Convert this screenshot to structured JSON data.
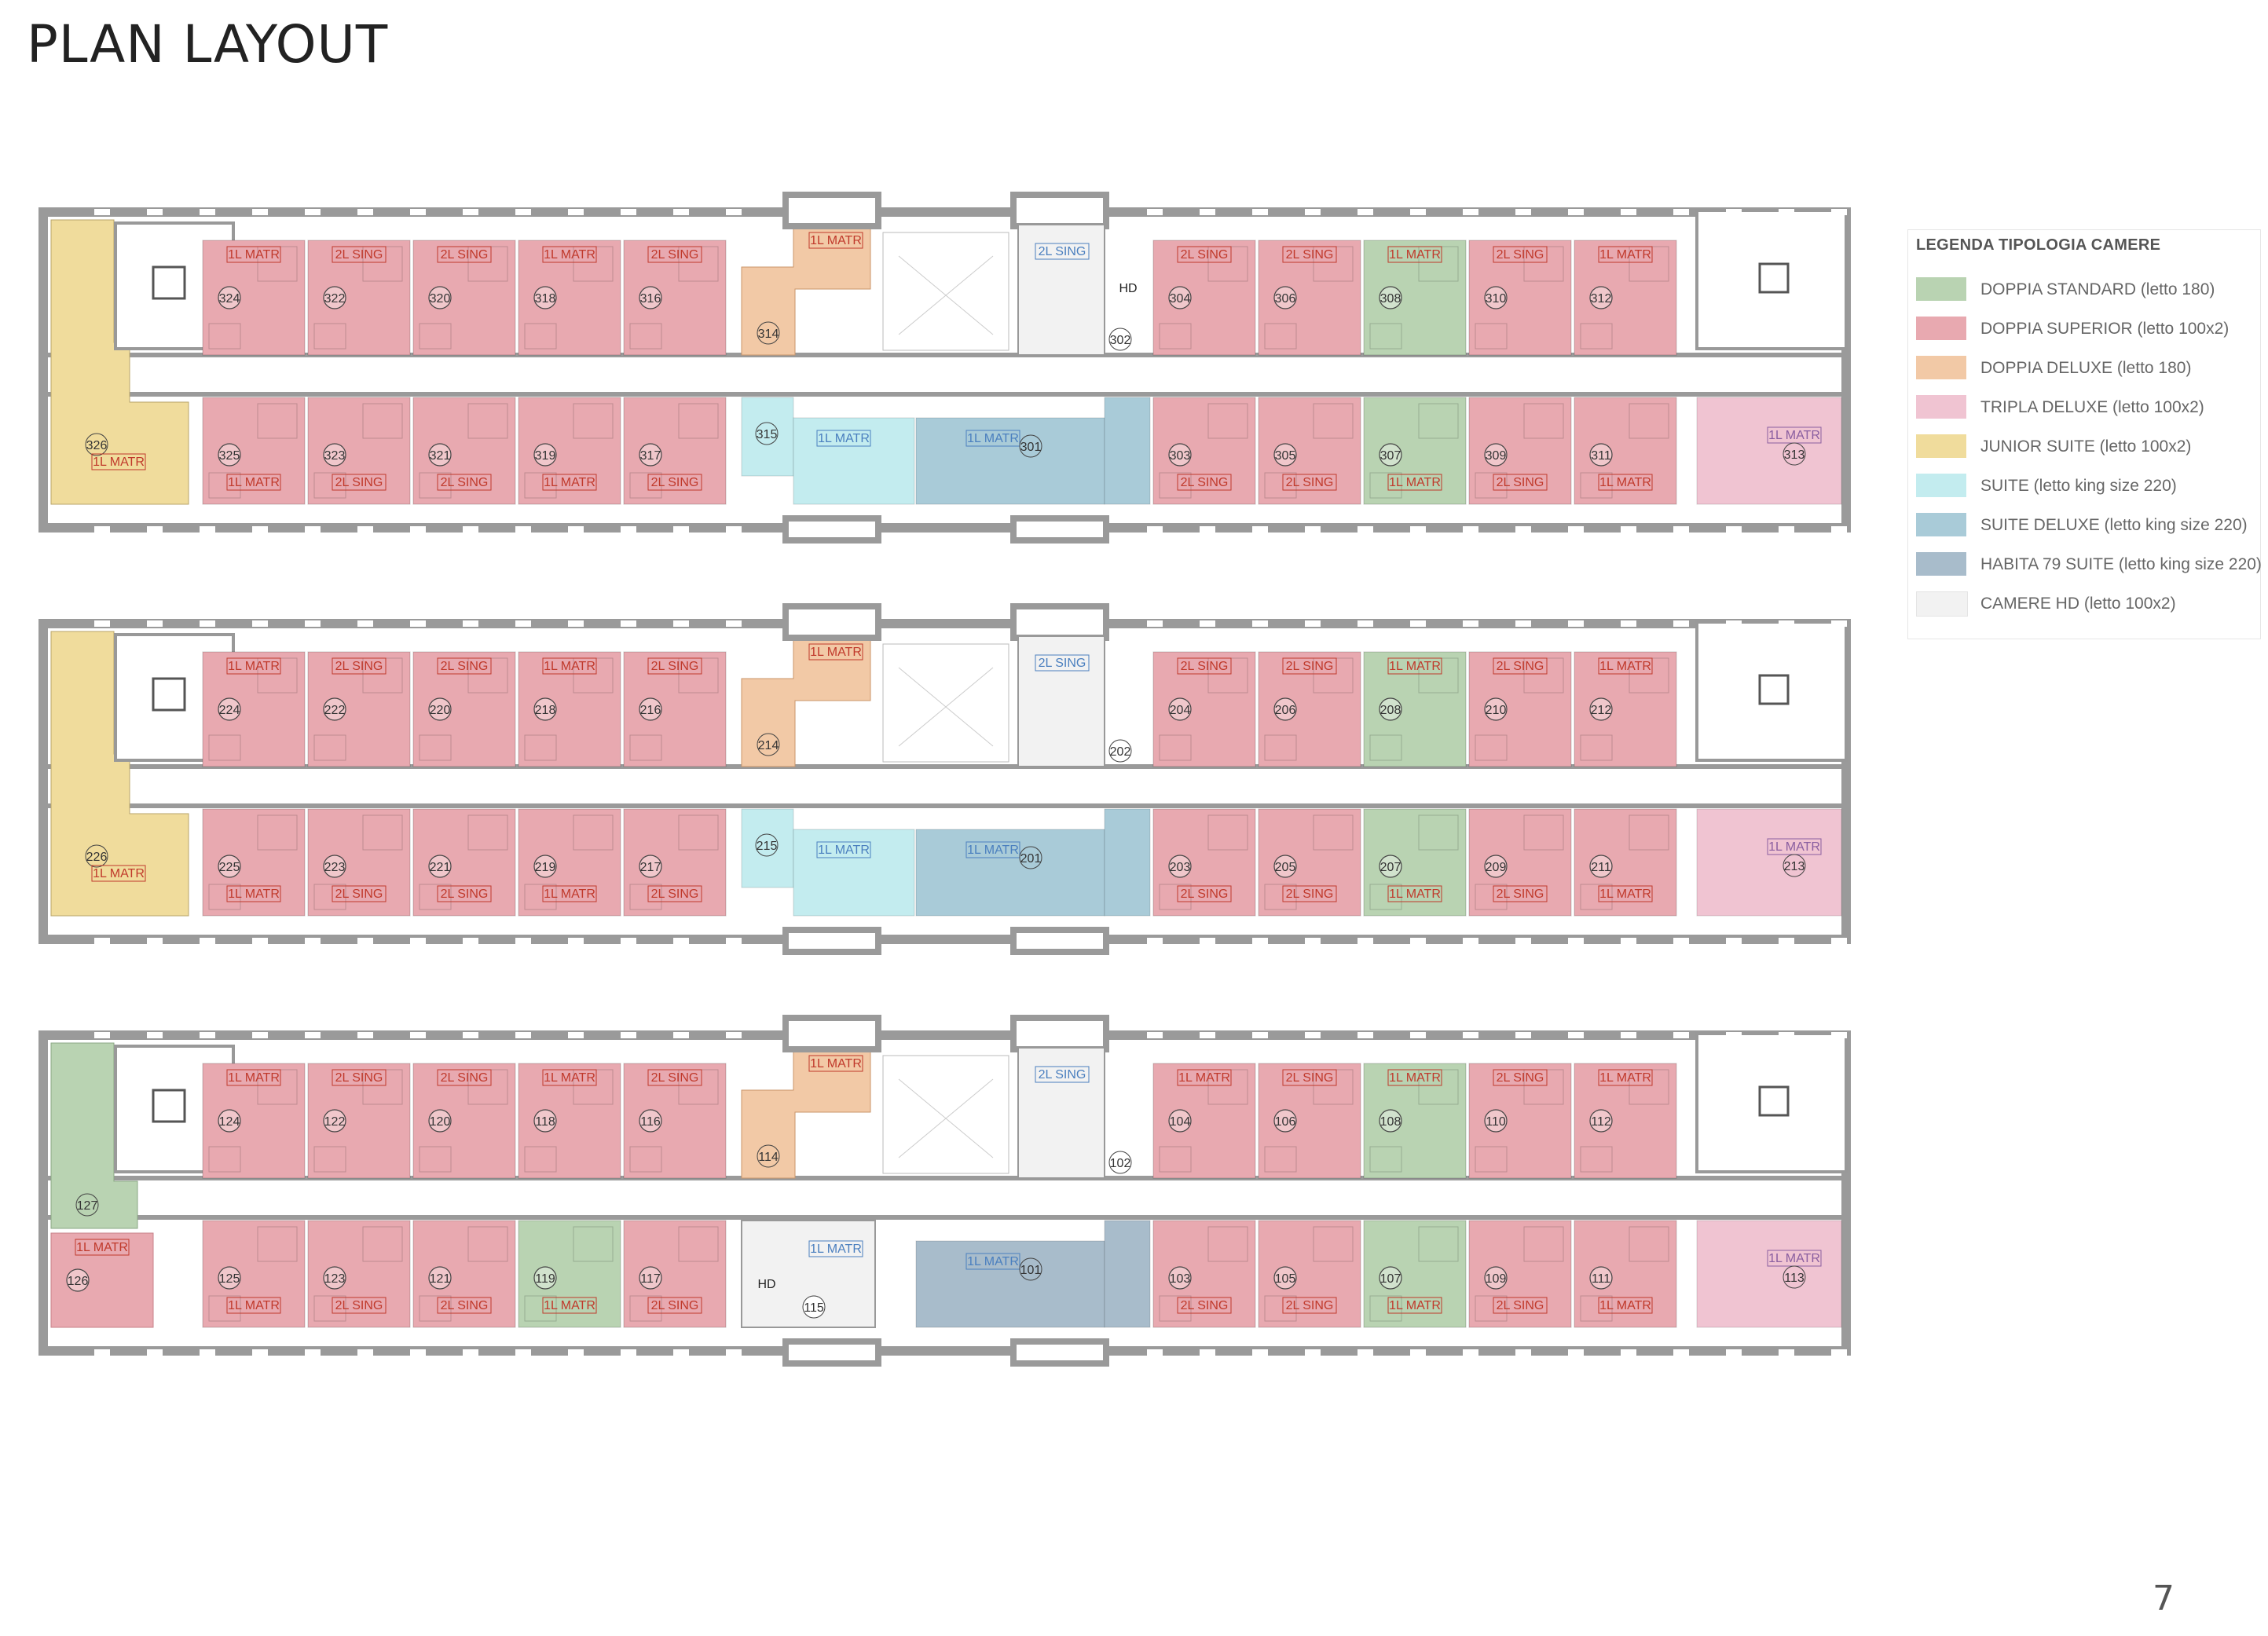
{
  "title": "PLAN LAYOUT",
  "page_number": "7",
  "colors": {
    "wall": "#9a9a9a",
    "doppia_standard": "#b9d3b2",
    "doppia_superior": "#e8a9b0",
    "doppia_deluxe": "#f2c9a6",
    "tripla_deluxe": "#f0c4d2",
    "junior_suite": "#f0dc9c",
    "suite": "#c3ecef",
    "suite_deluxe": "#a9cbd8",
    "habita_suite": "#a8bccb",
    "camere_hd": "#f2f2f2",
    "label_red": "#c0392b"
  },
  "legend": {
    "title": "LEGENDA TIPOLOGIA CAMERE",
    "items": [
      {
        "label": "DOPPIA STANDARD (letto 180)",
        "color": "#b9d3b2"
      },
      {
        "label": "DOPPIA SUPERIOR (letto 100x2)",
        "color": "#e8a9b0"
      },
      {
        "label": "DOPPIA DELUXE (letto 180)",
        "color": "#f2c9a6"
      },
      {
        "label": "TRIPLA DELUXE (letto 100x2)",
        "color": "#f0c4d2"
      },
      {
        "label": "JUNIOR SUITE (letto 100x2)",
        "color": "#f0dc9c"
      },
      {
        "label": "SUITE (letto king size 220)",
        "color": "#c3ecef"
      },
      {
        "label": "SUITE DELUXE (letto king size 220)",
        "color": "#a9cbd8"
      },
      {
        "label": "HABITA 79 SUITE (letto king size 220)",
        "color": "#a8bccb"
      },
      {
        "label": "CAMERE HD (letto 100x2)",
        "color": "#f2f2f2"
      }
    ]
  },
  "floors": [
    {
      "name": "floor-3",
      "left_top": {
        "type": "junior_suite",
        "num": "326",
        "bed": "1L MATR"
      },
      "left_bottom": null,
      "top_left_rooms": [
        {
          "num": "324",
          "bed": "1L MATR",
          "type": "doppia_superior"
        },
        {
          "num": "322",
          "bed": "2L SING",
          "type": "doppia_superior"
        },
        {
          "num": "320",
          "bed": "2L SING",
          "type": "doppia_superior"
        },
        {
          "num": "318",
          "bed": "1L MATR",
          "type": "doppia_superior"
        },
        {
          "num": "316",
          "bed": "2L SING",
          "type": "doppia_superior"
        }
      ],
      "bottom_left_rooms": [
        {
          "num": "325",
          "bed": "1L MATR",
          "type": "doppia_superior"
        },
        {
          "num": "323",
          "bed": "2L SING",
          "type": "doppia_superior"
        },
        {
          "num": "321",
          "bed": "2L SING",
          "type": "doppia_superior"
        },
        {
          "num": "319",
          "bed": "1L MATR",
          "type": "doppia_superior"
        },
        {
          "num": "317",
          "bed": "2L SING",
          "type": "doppia_superior"
        }
      ],
      "deluxe": {
        "num": "314",
        "bed": "1L MATR"
      },
      "hd_top": {
        "num": "302",
        "bed": "2L SING",
        "tag": "HD"
      },
      "center_bottom": [
        {
          "num": "315",
          "bed": "1L MATR",
          "type": "suite"
        },
        {
          "num": "301",
          "bed": "1L MATR",
          "type": "suite_deluxe"
        }
      ],
      "top_right_rooms": [
        {
          "num": "304",
          "bed": "2L SING",
          "type": "doppia_superior"
        },
        {
          "num": "306",
          "bed": "2L SING",
          "type": "doppia_superior"
        },
        {
          "num": "308",
          "bed": "1L MATR",
          "type": "doppia_standard"
        },
        {
          "num": "310",
          "bed": "2L SING",
          "type": "doppia_superior"
        },
        {
          "num": "312",
          "bed": "1L MATR",
          "type": "doppia_superior"
        }
      ],
      "bottom_right_rooms": [
        {
          "num": "303",
          "bed": "2L SING",
          "type": "doppia_superior"
        },
        {
          "num": "305",
          "bed": "2L SING",
          "type": "doppia_superior"
        },
        {
          "num": "307",
          "bed": "1L MATR",
          "type": "doppia_standard"
        },
        {
          "num": "309",
          "bed": "2L SING",
          "type": "doppia_superior"
        },
        {
          "num": "311",
          "bed": "1L MATR",
          "type": "doppia_superior"
        }
      ],
      "tripla": {
        "num": "313",
        "bed": "1L MATR"
      }
    },
    {
      "name": "floor-2",
      "left_top": {
        "type": "junior_suite",
        "num": "226",
        "bed": "1L MATR"
      },
      "left_bottom": null,
      "top_left_rooms": [
        {
          "num": "224",
          "bed": "1L MATR",
          "type": "doppia_superior"
        },
        {
          "num": "222",
          "bed": "2L SING",
          "type": "doppia_superior"
        },
        {
          "num": "220",
          "bed": "2L SING",
          "type": "doppia_superior"
        },
        {
          "num": "218",
          "bed": "1L MATR",
          "type": "doppia_superior"
        },
        {
          "num": "216",
          "bed": "2L SING",
          "type": "doppia_superior"
        }
      ],
      "bottom_left_rooms": [
        {
          "num": "225",
          "bed": "1L MATR",
          "type": "doppia_superior"
        },
        {
          "num": "223",
          "bed": "2L SING",
          "type": "doppia_superior"
        },
        {
          "num": "221",
          "bed": "2L SING",
          "type": "doppia_superior"
        },
        {
          "num": "219",
          "bed": "1L MATR",
          "type": "doppia_superior"
        },
        {
          "num": "217",
          "bed": "2L SING",
          "type": "doppia_superior"
        }
      ],
      "deluxe": {
        "num": "214",
        "bed": "1L MATR"
      },
      "hd_top": {
        "num": "202",
        "bed": "2L SING",
        "tag": ""
      },
      "center_bottom": [
        {
          "num": "215",
          "bed": "1L MATR",
          "type": "suite"
        },
        {
          "num": "201",
          "bed": "1L MATR",
          "type": "suite_deluxe"
        }
      ],
      "top_right_rooms": [
        {
          "num": "204",
          "bed": "2L SING",
          "type": "doppia_superior"
        },
        {
          "num": "206",
          "bed": "2L SING",
          "type": "doppia_superior"
        },
        {
          "num": "208",
          "bed": "1L MATR",
          "type": "doppia_standard"
        },
        {
          "num": "210",
          "bed": "2L SING",
          "type": "doppia_superior"
        },
        {
          "num": "212",
          "bed": "1L MATR",
          "type": "doppia_superior"
        }
      ],
      "bottom_right_rooms": [
        {
          "num": "203",
          "bed": "2L SING",
          "type": "doppia_superior"
        },
        {
          "num": "205",
          "bed": "2L SING",
          "type": "doppia_superior"
        },
        {
          "num": "207",
          "bed": "1L MATR",
          "type": "doppia_standard"
        },
        {
          "num": "209",
          "bed": "2L SING",
          "type": "doppia_superior"
        },
        {
          "num": "211",
          "bed": "1L MATR",
          "type": "doppia_superior"
        }
      ],
      "tripla": {
        "num": "213",
        "bed": "1L MATR"
      }
    },
    {
      "name": "floor-1",
      "left_top": {
        "type": "doppia_standard",
        "num": "127",
        "bed": ""
      },
      "left_bottom": {
        "type": "doppia_superior",
        "num": "126",
        "bed": "1L MATR"
      },
      "top_left_rooms": [
        {
          "num": "124",
          "bed": "1L MATR",
          "type": "doppia_superior"
        },
        {
          "num": "122",
          "bed": "2L SING",
          "type": "doppia_superior"
        },
        {
          "num": "120",
          "bed": "2L SING",
          "type": "doppia_superior"
        },
        {
          "num": "118",
          "bed": "1L MATR",
          "type": "doppia_superior"
        },
        {
          "num": "116",
          "bed": "2L SING",
          "type": "doppia_superior"
        }
      ],
      "bottom_left_rooms": [
        {
          "num": "125",
          "bed": "1L MATR",
          "type": "doppia_superior"
        },
        {
          "num": "123",
          "bed": "2L SING",
          "type": "doppia_superior"
        },
        {
          "num": "121",
          "bed": "2L SING",
          "type": "doppia_superior"
        },
        {
          "num": "119",
          "bed": "1L MATR",
          "type": "doppia_standard"
        },
        {
          "num": "117",
          "bed": "2L SING",
          "type": "doppia_superior"
        }
      ],
      "deluxe": {
        "num": "114",
        "bed": "1L MATR"
      },
      "hd_top": {
        "num": "102",
        "bed": "2L SING",
        "tag": ""
      },
      "center_bottom": [
        {
          "num": "115",
          "bed": "1L MATR",
          "type": "camere_hd",
          "tag": "HD"
        },
        {
          "num": "101",
          "bed": "1L MATR",
          "type": "habita_suite"
        }
      ],
      "top_right_rooms": [
        {
          "num": "104",
          "bed": "1L MATR",
          "type": "doppia_superior"
        },
        {
          "num": "106",
          "bed": "2L SING",
          "type": "doppia_superior"
        },
        {
          "num": "108",
          "bed": "1L MATR",
          "type": "doppia_standard"
        },
        {
          "num": "110",
          "bed": "2L SING",
          "type": "doppia_superior"
        },
        {
          "num": "112",
          "bed": "1L MATR",
          "type": "doppia_superior"
        }
      ],
      "bottom_right_rooms": [
        {
          "num": "103",
          "bed": "2L SING",
          "type": "doppia_superior"
        },
        {
          "num": "105",
          "bed": "2L SING",
          "type": "doppia_superior"
        },
        {
          "num": "107",
          "bed": "1L MATR",
          "type": "doppia_standard"
        },
        {
          "num": "109",
          "bed": "2L SING",
          "type": "doppia_superior"
        },
        {
          "num": "111",
          "bed": "1L MATR",
          "type": "doppia_superior"
        }
      ],
      "tripla": {
        "num": "113",
        "bed": "1L MATR"
      }
    }
  ]
}
